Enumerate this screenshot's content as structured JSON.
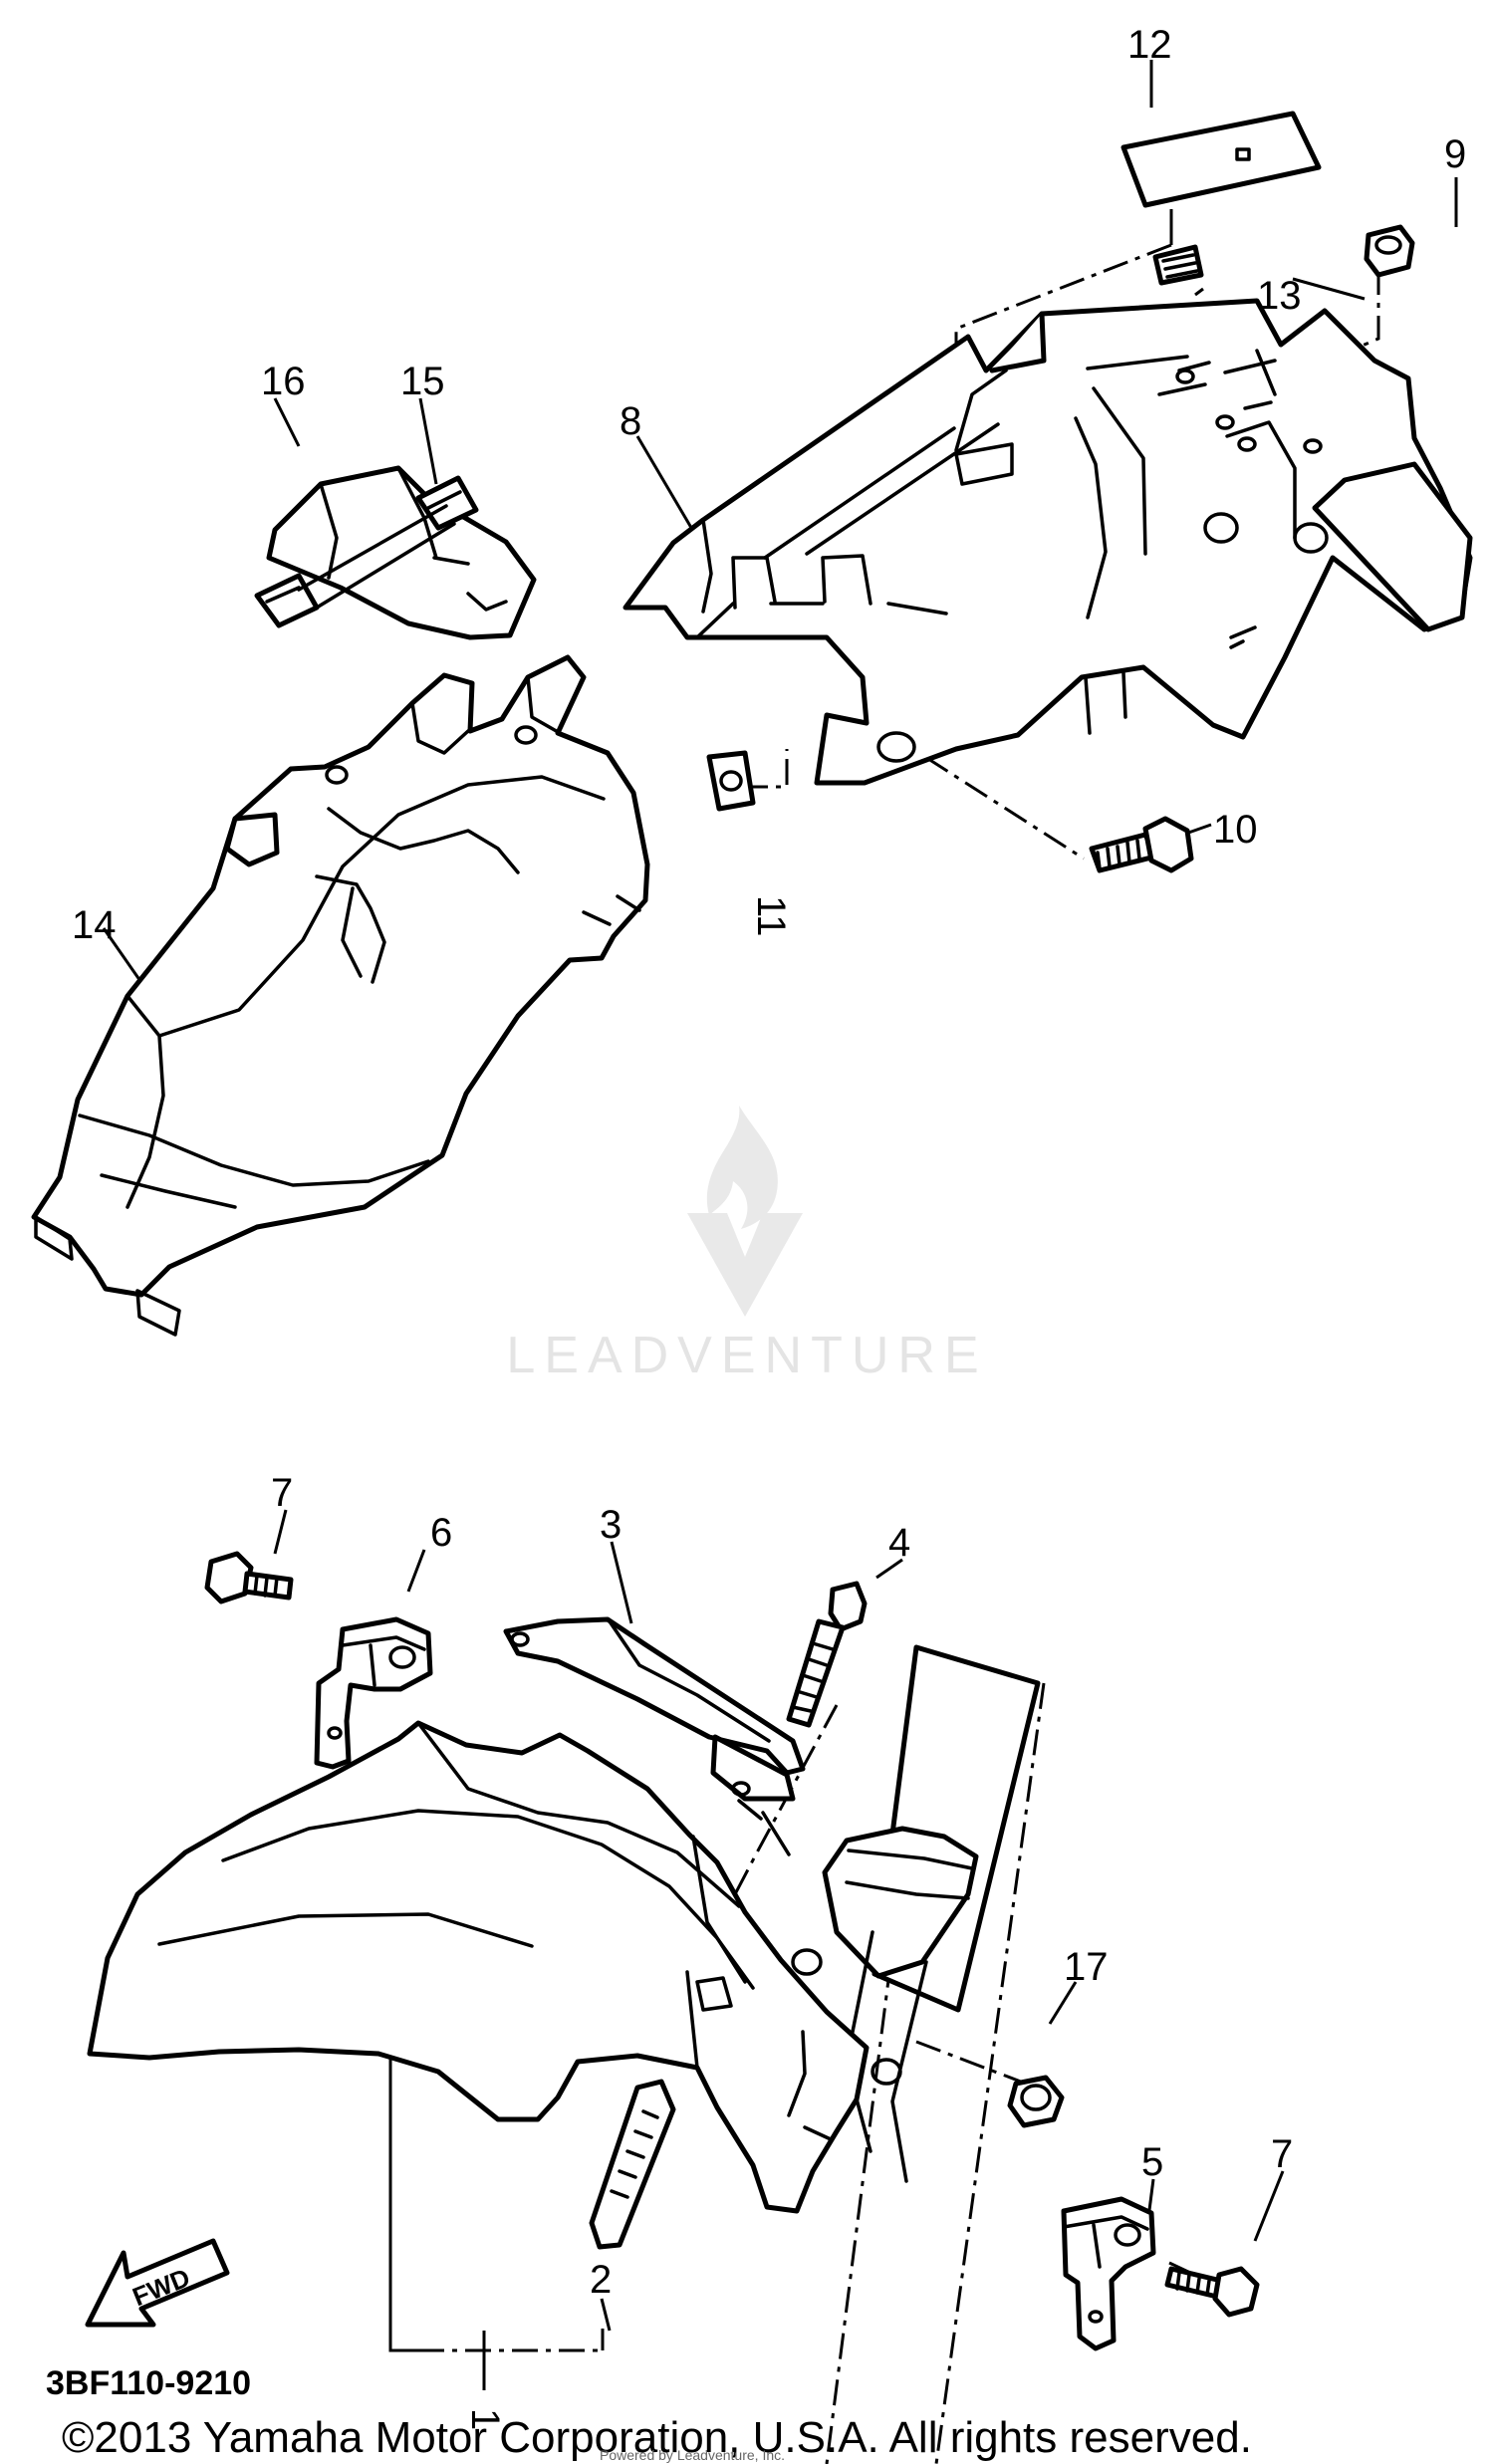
{
  "callouts": [
    "1",
    "2",
    "3",
    "4",
    "5",
    "6",
    "7",
    "7",
    "8",
    "9",
    "10",
    "11",
    "12",
    "13",
    "14",
    "15",
    "16",
    "17"
  ],
  "fwd_label": "FWD",
  "diagram_code": "3BF110-9210",
  "watermark": "LEADVENTURE",
  "copyright": "©2013 Yamaha Motor Corporation, U.S.A. All rights reserved.",
  "small_credit": "Powered by Leadventure, Inc."
}
